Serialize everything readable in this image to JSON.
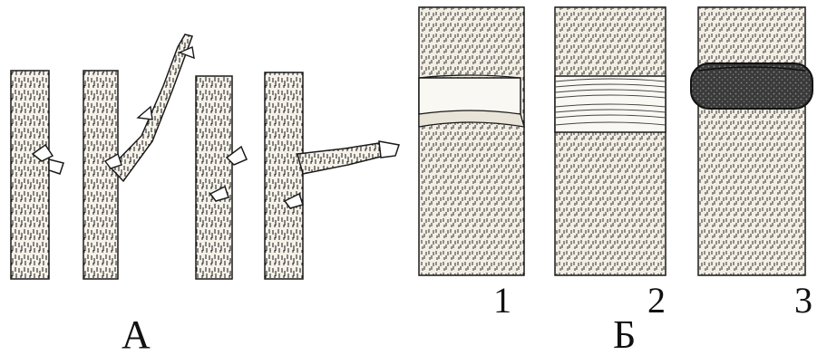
{
  "labels": {
    "panel_a": "А",
    "panel_b": "Б",
    "n1": "1",
    "n2": "2",
    "n3": "3"
  },
  "colors": {
    "ink": "#1a1a1a",
    "bark_light": "#f1ece2",
    "bark_shade": "#cfc7b8",
    "band_dark": "#262626"
  }
}
